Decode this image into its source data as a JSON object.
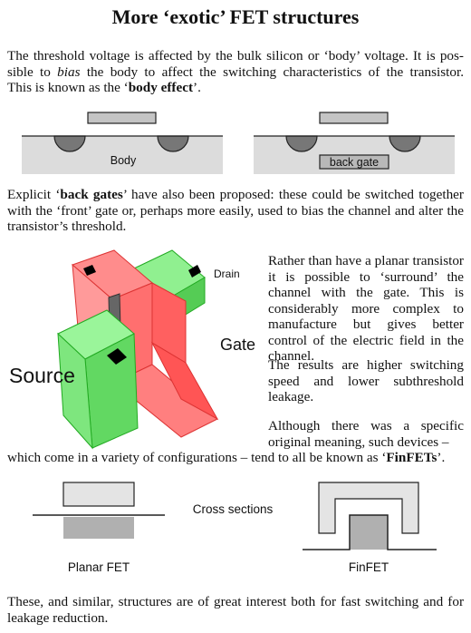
{
  "title": "More ‘exotic’ FET structures",
  "intro": {
    "line1": "The threshold voltage is affected by the bulk silicon or ‘body’ voltage. It is pos-",
    "line2_pre": "sible to ",
    "line2_em": "bias",
    "line2_post": " the body to affect the switching characteristics of the transistor.",
    "line3_pre": "This is known as the ‘",
    "line3_bold": "body effect",
    "line3_post": "’."
  },
  "fig1": {
    "left_label": "Body",
    "right_label": "back gate"
  },
  "backgates": {
    "pre": "Explicit ‘",
    "bold": "back gates",
    "post": "’ have also been proposed: these could be switched together with the ‘front’ gate or, perhaps more easily, used to bias the channel and alter the transistor’s threshold."
  },
  "finfet3d": {
    "drain": "Drain",
    "gate": "Gate",
    "source": "Source"
  },
  "side": {
    "p1": "Rather than have a planar transistor it is possible to ‘surround’ the channel with the gate. This is considerably more complex to manufacture but gives better control of the electric field in the channel.",
    "p2": "The results are higher switching speed and lower subthreshold leakage.",
    "p3a": "Although there was a specific original meaning, such devices –",
    "p3b_pre": "which come in a variety of configurations – tend to all be known as ‘",
    "p3b_bold": "FinFETs",
    "p3b_post": "’."
  },
  "fig3": {
    "caption": "Cross sections",
    "left_label": "Planar FET",
    "right_label": "FinFET"
  },
  "closing": "These, and similar, structures are of great interest both for fast switching and for leakage reduction."
}
